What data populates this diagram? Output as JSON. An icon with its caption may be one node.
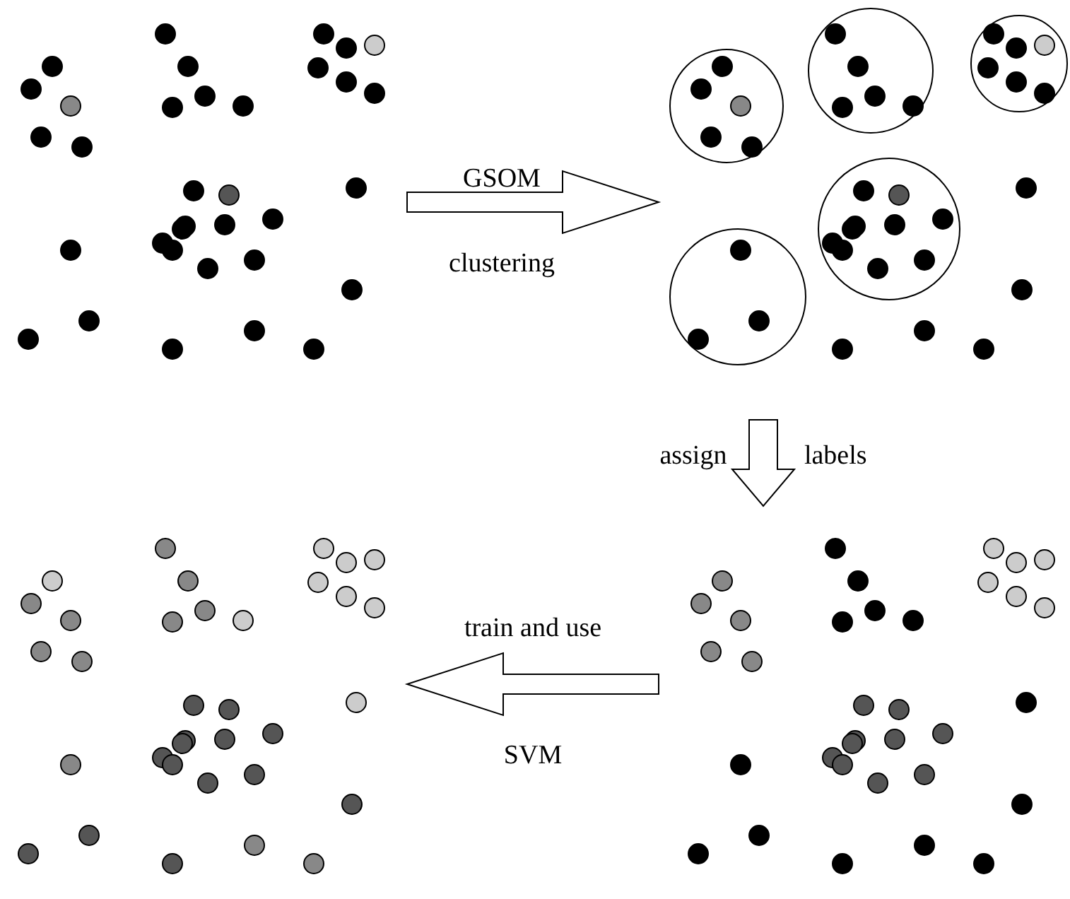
{
  "diagram": {
    "nodes": [
      {
        "text": [],
        "shape": "picture"
      },
      {
        "text": [],
        "shape": "picture"
      },
      {
        "text": [],
        "shape": "picture"
      },
      {
        "text": [],
        "shape": "picture"
      }
    ],
    "edges": [
      {
        "from": 0,
        "to": 1,
        "arrow": "to",
        "label": "GSOM clustering"
      },
      {
        "from": 1,
        "to": 3,
        "arrow": "to",
        "label": "assign labels"
      },
      {
        "from": 3,
        "to": 2,
        "arrow": "to",
        "label": "train and use SVM"
      }
    ]
  }
}
